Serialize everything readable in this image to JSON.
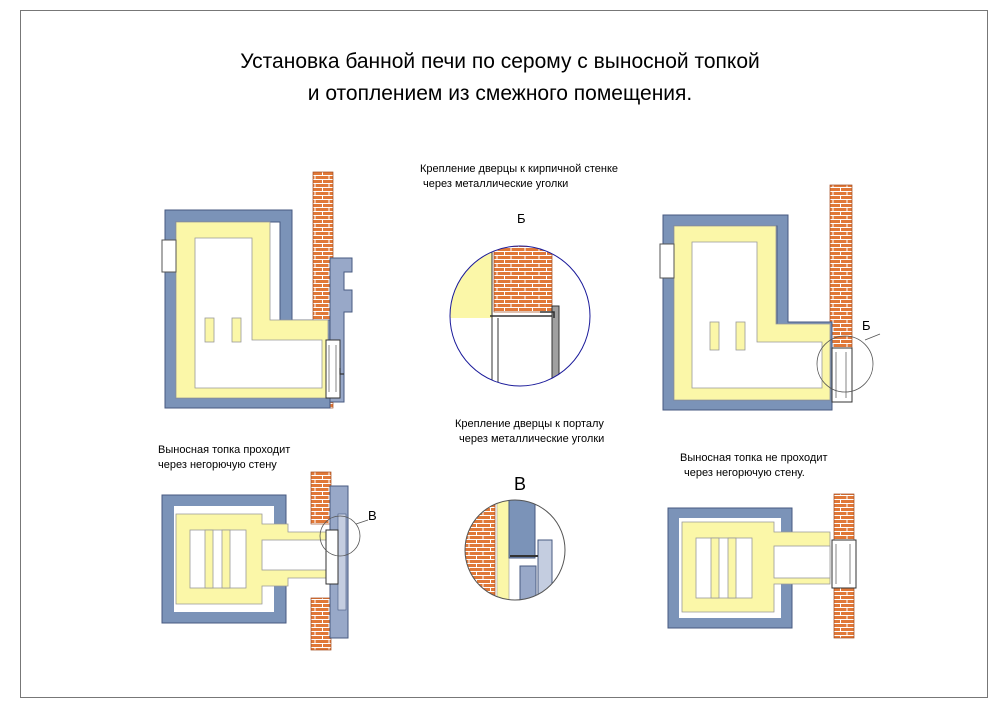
{
  "title": {
    "line1": "Установка банной печи по серому с выносной топкой",
    "line2": "и отоплением из смежного помещения."
  },
  "captions": {
    "brick_wall_mount": [
      "Крепление дверцы к кирпичной стенке",
      "через металлические уголки"
    ],
    "portal_mount": [
      "Крепление дверцы к порталу",
      "через металлические уголки"
    ],
    "passes_through": [
      "Выносная топка проходит",
      "через негорючую стену"
    ],
    "not_passes_through": [
      "Выносная топка не проходит",
      "через негорючую стену."
    ]
  },
  "detail_labels": {
    "b_top": "Б",
    "b_side": "Б",
    "v_top": "В",
    "v_side": "В"
  },
  "colors": {
    "casing": "#7b93b8",
    "brick": "#e07838",
    "lining": "#fbf7a8",
    "mortar": "#ffffff",
    "portal": "#98a8c8"
  }
}
